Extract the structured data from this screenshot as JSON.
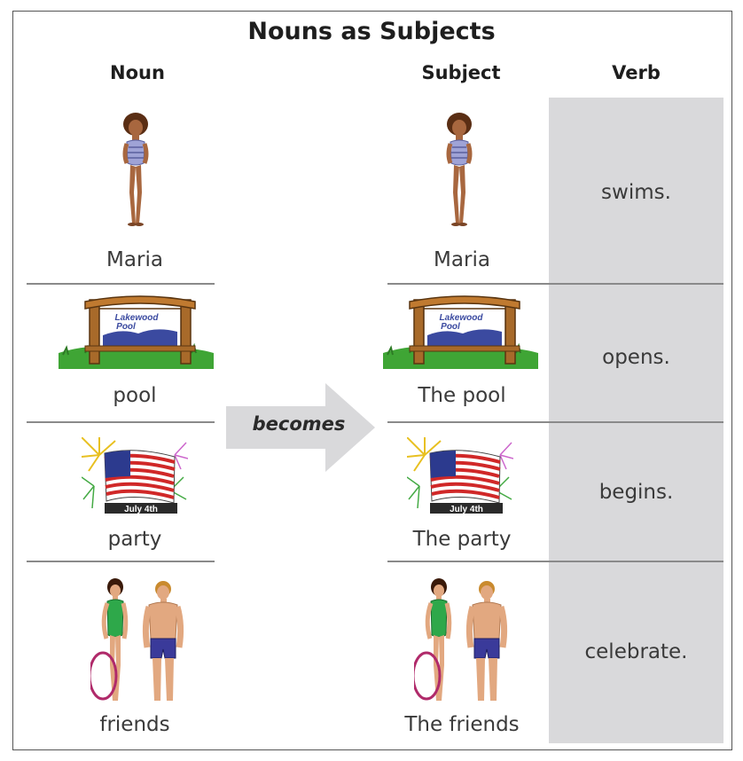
{
  "title": "Nouns as Subjects",
  "headers": {
    "noun": "Noun",
    "subject": "Subject",
    "verb": "Verb"
  },
  "arrow_label": "becomes",
  "rows": [
    {
      "noun": "Maria",
      "subject": "Maria",
      "verb": "swims.",
      "icon": "swimmer-girl-icon"
    },
    {
      "noun": "pool",
      "subject": "The pool",
      "verb": "opens.",
      "icon": "pool-sign-icon",
      "sign_text": [
        "Lakewood",
        "Pool"
      ]
    },
    {
      "noun": "party",
      "subject": "The party",
      "verb": "begins.",
      "icon": "july-4th-flag-icon",
      "banner_text": "July 4th"
    },
    {
      "noun": "friends",
      "subject": "The friends",
      "verb": "celebrate.",
      "icon": "friends-swimmers-icon"
    }
  ],
  "colors": {
    "verb_column": "#d9d9db",
    "arrow": "#d9d9db",
    "divider": "#8a8a8a"
  }
}
